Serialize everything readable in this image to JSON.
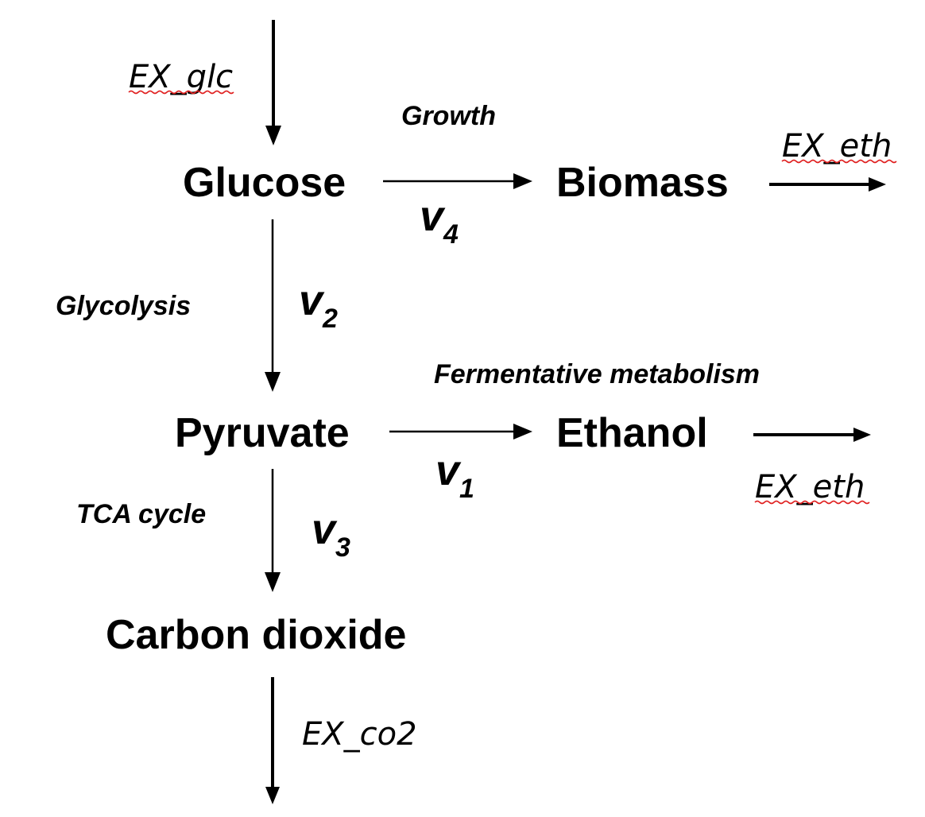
{
  "nodes": {
    "glucose": "Glucose",
    "biomass": "Biomass",
    "pyruvate": "Pyruvate",
    "ethanol": "Ethanol",
    "carbon_dioxide": "Carbon dioxide"
  },
  "processes": {
    "growth": "Growth",
    "glycolysis": "Glycolysis",
    "fermentative": "Fermentative metabolism",
    "tca": "TCA cycle"
  },
  "fluxes": {
    "v4": {
      "letter": "v",
      "sub": "4"
    },
    "v2": {
      "letter": "v",
      "sub": "2"
    },
    "v1": {
      "letter": "v",
      "sub": "1"
    },
    "v3": {
      "letter": "v",
      "sub": "3"
    }
  },
  "exchanges": {
    "glc": "EX_glc",
    "biomass_out": "EX_eth",
    "ethanol_out": "EX_eth",
    "co2": "EX_co2"
  },
  "colors": {
    "ink": "#000000",
    "spellcheck": "#e02020"
  }
}
